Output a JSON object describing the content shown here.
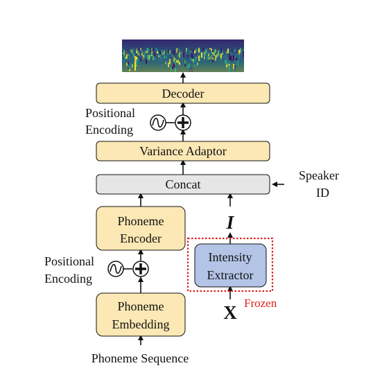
{
  "blocks": {
    "decoder": "Decoder",
    "variance_adaptor": "Variance Adaptor",
    "concat": "Concat",
    "phoneme_encoder": [
      "Phoneme",
      "Encoder"
    ],
    "phoneme_embedding": [
      "Phoneme",
      "Embedding"
    ],
    "intensity_extractor": [
      "Intensity",
      "Extractor"
    ]
  },
  "labels": {
    "positional_encoding_top": [
      "Positional",
      "Encoding"
    ],
    "positional_encoding_bottom": [
      "Positional",
      "Encoding"
    ],
    "speaker_id": [
      "Speaker",
      "ID"
    ],
    "intensity_symbol": "I",
    "input_symbol": "X",
    "frozen": "Frozen",
    "phoneme_sequence": "Phoneme Sequence"
  },
  "colors": {
    "block_fill": "#fbe8b4",
    "concat_fill": "#e6e6e6",
    "extractor_fill": "#b3c4e6",
    "frozen_red": "#e0201b"
  },
  "icons": {
    "spectrogram": "mel-spectrogram-image",
    "sine": "sine-wave-icon",
    "plus": "circled-plus-icon"
  }
}
